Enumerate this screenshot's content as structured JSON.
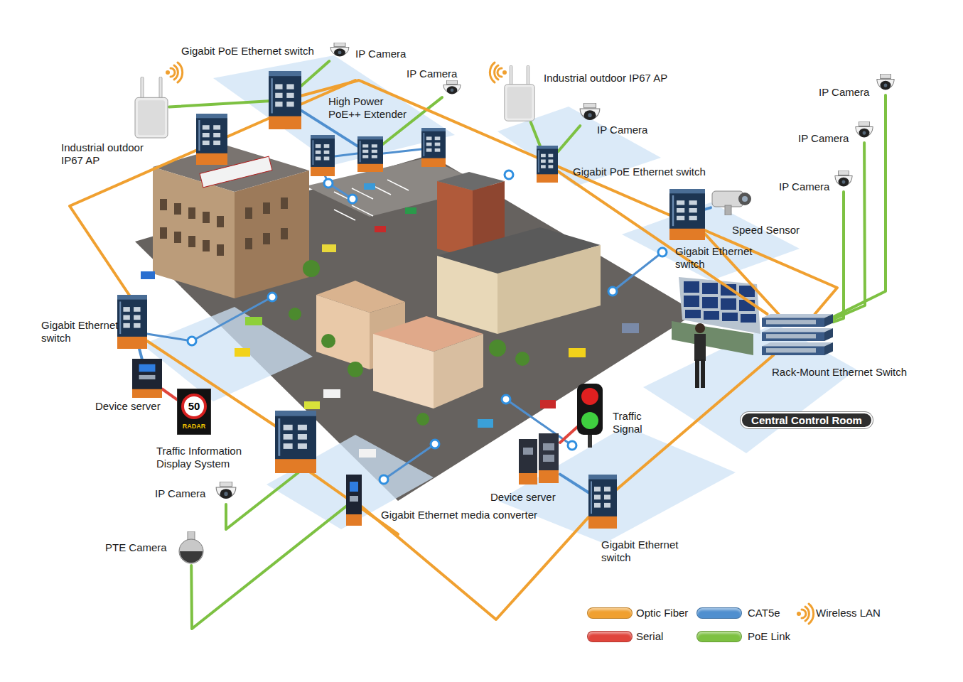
{
  "diagram": {
    "nodes": [
      {
        "text": [
          "Gigabit PoE Ethernet switch"
        ]
      },
      {
        "text": [
          "IP Camera"
        ]
      },
      {
        "text": [
          "Industrial outdoor IP67 AP"
        ]
      },
      {
        "text": [
          "IP Camera"
        ]
      },
      {
        "text": [
          "High Power PoE++ Extender"
        ]
      },
      {
        "text": [
          "Industrial outdoor IP67 AP"
        ]
      },
      {
        "text": [
          "IP Camera"
        ]
      },
      {
        "text": [
          "Gigabit PoE Ethernet switch"
        ]
      },
      {
        "text": [
          "IP Camera"
        ]
      },
      {
        "text": [
          "IP Camera"
        ]
      },
      {
        "text": [
          "IP Camera"
        ]
      },
      {
        "text": [
          "Speed Sensor"
        ]
      },
      {
        "text": [
          "Gigabit Ethernet switch"
        ]
      },
      {
        "text": [
          "Rack-Mount Ethernet Switch"
        ]
      },
      {
        "text": [
          "Central Control Room"
        ]
      },
      {
        "text": [
          "Gigabit Ethernet switch"
        ]
      },
      {
        "text": [
          "Device server"
        ]
      },
      {
        "text": [
          "Traffic Information Display System"
        ]
      },
      {
        "text": [
          "IP Camera"
        ]
      },
      {
        "text": [
          "PTE Camera"
        ]
      },
      {
        "text": [
          "Gigabit Ethernet media converter"
        ]
      },
      {
        "text": [
          "Device server"
        ]
      },
      {
        "text": [
          "Traffic Signal"
        ]
      },
      {
        "text": [
          "Gigabit Ethernet switch"
        ]
      }
    ],
    "edges": [
      {
        "from": 0,
        "to": 1,
        "arrow": "none"
      },
      {
        "from": 0,
        "to": 2,
        "arrow": "none"
      },
      {
        "from": 0,
        "to": 4,
        "arrow": "none"
      },
      {
        "from": 4,
        "to": 3,
        "arrow": "none"
      },
      {
        "from": 5,
        "to": 7,
        "arrow": "none"
      },
      {
        "from": 6,
        "to": 7,
        "arrow": "none"
      },
      {
        "from": 11,
        "to": 12,
        "arrow": "none"
      },
      {
        "from": 13,
        "to": 8,
        "arrow": "none"
      },
      {
        "from": 13,
        "to": 9,
        "arrow": "none"
      },
      {
        "from": 13,
        "to": 10,
        "arrow": "none"
      },
      {
        "from": 15,
        "to": 16,
        "arrow": "none"
      },
      {
        "from": 16,
        "to": 17,
        "arrow": "none"
      },
      {
        "from": 21,
        "to": 22,
        "arrow": "none"
      },
      {
        "from": 21,
        "to": 23,
        "arrow": "none"
      },
      {
        "from": 20,
        "to": 19,
        "arrow": "none"
      },
      {
        "from": 0,
        "to": 13,
        "arrow": "none"
      },
      {
        "from": 7,
        "to": 13,
        "arrow": "none"
      },
      {
        "from": 12,
        "to": 13,
        "arrow": "none"
      },
      {
        "from": 23,
        "to": 13,
        "arrow": "none"
      },
      {
        "from": 20,
        "to": 23,
        "arrow": "none"
      }
    ],
    "labels": [
      "50",
      "RADAR"
    ],
    "legend": [
      {
        "text": "Optic Fiber",
        "color": "#f0a030"
      },
      {
        "text": "Serial",
        "color": "#e0453c"
      },
      {
        "text": "CAT5e",
        "color": "#4f8fcf"
      },
      {
        "text": "PoE Link",
        "color": "#7dc142"
      },
      {
        "text": "Wireless LAN"
      }
    ]
  }
}
